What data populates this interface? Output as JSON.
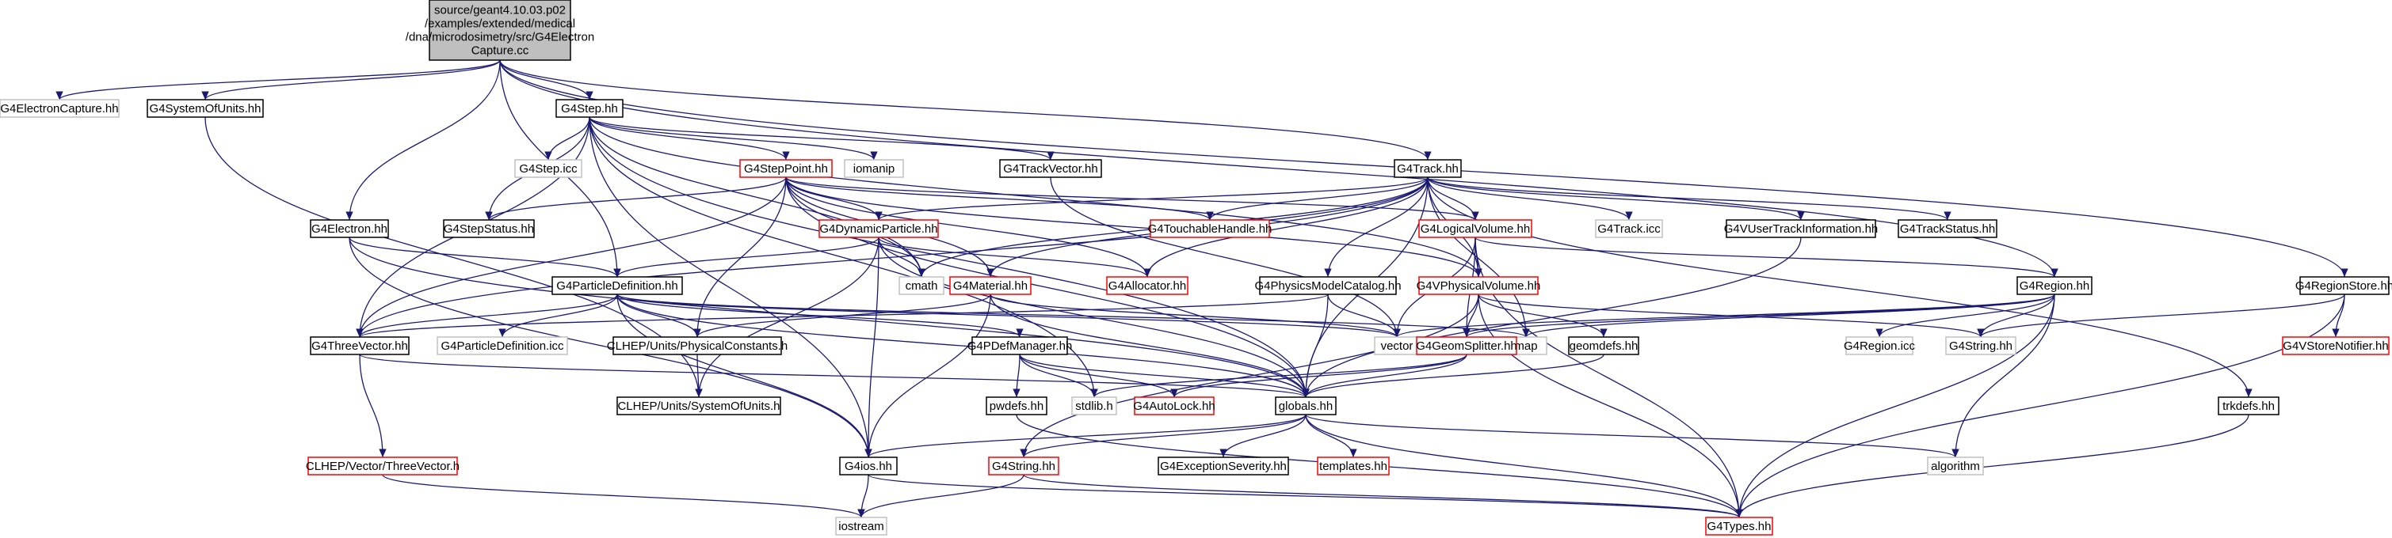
{
  "colors": {
    "edge": "#191970",
    "node_border": "#000000",
    "node_border_missing": "#c0c0c0",
    "node_border_truncated": "#ff0000",
    "root_fill": "#bfbfbf",
    "node_fill": "#ffffff",
    "text": "#000000"
  },
  "nodes": [
    {
      "id": "root",
      "kind": "root",
      "lines": [
        "source/geant4.10.03.p02",
        "/examples/extended/medical",
        "/dna/microdosimetry/src/G4Electron",
        "Capture.cc"
      ]
    },
    {
      "id": "G4ElectronCapture_hh",
      "kind": "missing",
      "lines": [
        "G4ElectronCapture.hh"
      ]
    },
    {
      "id": "G4SystemOfUnits_hh",
      "kind": "normal",
      "lines": [
        "G4SystemOfUnits.hh"
      ]
    },
    {
      "id": "G4Step_hh",
      "kind": "normal",
      "lines": [
        "G4Step.hh"
      ]
    },
    {
      "id": "G4Electron_hh",
      "kind": "normal",
      "lines": [
        "G4Electron.hh"
      ]
    },
    {
      "id": "G4Track_hh",
      "kind": "normal",
      "lines": [
        "G4Track.hh"
      ]
    },
    {
      "id": "G4RegionStore_hh",
      "kind": "normal",
      "lines": [
        "G4RegionStore.hh"
      ]
    },
    {
      "id": "G4Step_icc",
      "kind": "missing",
      "lines": [
        "G4Step.icc"
      ]
    },
    {
      "id": "G4StepPoint_hh",
      "kind": "truncated",
      "lines": [
        "G4StepPoint.hh"
      ]
    },
    {
      "id": "iomanip",
      "kind": "missing",
      "lines": [
        "iomanip"
      ]
    },
    {
      "id": "G4TrackVector_hh",
      "kind": "normal",
      "lines": [
        "G4TrackVector.hh"
      ]
    },
    {
      "id": "G4StepStatus_hh",
      "kind": "normal",
      "lines": [
        "G4StepStatus.hh"
      ]
    },
    {
      "id": "G4DynamicParticle_hh",
      "kind": "truncated",
      "lines": [
        "G4DynamicParticle.hh"
      ]
    },
    {
      "id": "G4TouchableHandle_hh",
      "kind": "truncated",
      "lines": [
        "G4TouchableHandle.hh"
      ]
    },
    {
      "id": "G4LogicalVolume_hh",
      "kind": "truncated",
      "lines": [
        "G4LogicalVolume.hh"
      ]
    },
    {
      "id": "G4Track_icc",
      "kind": "missing",
      "lines": [
        "G4Track.icc"
      ]
    },
    {
      "id": "G4VUserTrackInformation_hh",
      "kind": "normal",
      "lines": [
        "G4VUserTrackInformation.hh"
      ]
    },
    {
      "id": "G4TrackStatus_hh",
      "kind": "normal",
      "lines": [
        "G4TrackStatus.hh"
      ]
    },
    {
      "id": "cmath",
      "kind": "missing",
      "lines": [
        "cmath"
      ]
    },
    {
      "id": "G4Material_hh",
      "kind": "truncated",
      "lines": [
        "G4Material.hh"
      ]
    },
    {
      "id": "G4Allocator_hh",
      "kind": "truncated",
      "lines": [
        "G4Allocator.hh"
      ]
    },
    {
      "id": "G4PhysicsModelCatalog_hh",
      "kind": "normal",
      "lines": [
        "G4PhysicsModelCatalog.hh"
      ]
    },
    {
      "id": "G4VPhysicalVolume_hh",
      "kind": "truncated",
      "lines": [
        "G4VPhysicalVolume.hh"
      ]
    },
    {
      "id": "G4ParticleDefinition_hh",
      "kind": "normal",
      "lines": [
        "G4ParticleDefinition.hh"
      ]
    },
    {
      "id": "G4Region_hh",
      "kind": "normal",
      "lines": [
        "G4Region.hh"
      ]
    },
    {
      "id": "G4ThreeVector_hh",
      "kind": "normal",
      "lines": [
        "G4ThreeVector.hh"
      ]
    },
    {
      "id": "G4ParticleDefinition_icc",
      "kind": "missing",
      "lines": [
        "G4ParticleDefinition.icc"
      ]
    },
    {
      "id": "CLHEP_PhysicalConstants_h",
      "kind": "normal",
      "lines": [
        "CLHEP/Units/PhysicalConstants.h"
      ]
    },
    {
      "id": "G4PDefManager_hh",
      "kind": "normal",
      "lines": [
        "G4PDefManager.hh"
      ]
    },
    {
      "id": "vector",
      "kind": "missing",
      "lines": [
        "vector"
      ]
    },
    {
      "id": "map",
      "kind": "missing",
      "lines": [
        "map"
      ]
    },
    {
      "id": "G4GeomSplitter_hh",
      "kind": "truncated",
      "lines": [
        "G4GeomSplitter.hh"
      ]
    },
    {
      "id": "geomdefs_hh",
      "kind": "normal",
      "lines": [
        "geomdefs.hh"
      ]
    },
    {
      "id": "G4Region_icc",
      "kind": "missing",
      "lines": [
        "G4Region.icc"
      ]
    },
    {
      "id": "G4String_hh_grey",
      "kind": "missing",
      "lines": [
        "G4String.hh"
      ]
    },
    {
      "id": "G4VStoreNotifier_hh",
      "kind": "truncated",
      "lines": [
        "G4VStoreNotifier.hh"
      ]
    },
    {
      "id": "CLHEP_SystemOfUnits_h",
      "kind": "normal",
      "lines": [
        "CLHEP/Units/SystemOfUnits.h"
      ]
    },
    {
      "id": "pwdefs_hh",
      "kind": "normal",
      "lines": [
        "pwdefs.hh"
      ]
    },
    {
      "id": "stdlib_h",
      "kind": "missing",
      "lines": [
        "stdlib.h"
      ]
    },
    {
      "id": "G4AutoLock_hh",
      "kind": "truncated",
      "lines": [
        "G4AutoLock.hh"
      ]
    },
    {
      "id": "globals_hh",
      "kind": "normal",
      "lines": [
        "globals.hh"
      ]
    },
    {
      "id": "trkdefs_hh",
      "kind": "normal",
      "lines": [
        "trkdefs.hh"
      ]
    },
    {
      "id": "CLHEP_ThreeVector_h",
      "kind": "truncated",
      "lines": [
        "CLHEP/Vector/ThreeVector.h"
      ]
    },
    {
      "id": "G4ios_hh",
      "kind": "normal",
      "lines": [
        "G4ios.hh"
      ]
    },
    {
      "id": "G4String_hh",
      "kind": "truncated",
      "lines": [
        "G4String.hh"
      ]
    },
    {
      "id": "G4ExceptionSeverity_hh",
      "kind": "normal",
      "lines": [
        "G4ExceptionSeverity.hh"
      ]
    },
    {
      "id": "templates_hh",
      "kind": "truncated",
      "lines": [
        "templates.hh"
      ]
    },
    {
      "id": "algorithm",
      "kind": "missing",
      "lines": [
        "algorithm"
      ]
    },
    {
      "id": "iostream",
      "kind": "missing",
      "lines": [
        "iostream"
      ]
    },
    {
      "id": "G4Types_hh",
      "kind": "truncated",
      "lines": [
        "G4Types.hh"
      ]
    }
  ],
  "edges": [
    [
      "root",
      "G4ElectronCapture_hh"
    ],
    [
      "root",
      "G4SystemOfUnits_hh"
    ],
    [
      "root",
      "G4Step_hh"
    ],
    [
      "root",
      "G4Electron_hh"
    ],
    [
      "root",
      "G4Track_hh"
    ],
    [
      "root",
      "G4RegionStore_hh"
    ],
    [
      "root",
      "G4ParticleDefinition_hh"
    ],
    [
      "root",
      "G4Region_hh"
    ],
    [
      "G4SystemOfUnits_hh",
      "CLHEP_SystemOfUnits_h"
    ],
    [
      "G4Step_hh",
      "G4Step_icc"
    ],
    [
      "G4Step_hh",
      "G4StepPoint_hh"
    ],
    [
      "G4Step_hh",
      "iomanip"
    ],
    [
      "G4Step_hh",
      "G4TrackVector_hh"
    ],
    [
      "G4Step_hh",
      "G4StepStatus_hh"
    ],
    [
      "G4Step_hh",
      "cmath"
    ],
    [
      "G4Step_hh",
      "G4ThreeVector_hh"
    ],
    [
      "G4Step_hh",
      "G4ios_hh"
    ],
    [
      "G4Step_hh",
      "stdlib_h"
    ],
    [
      "G4Step_hh",
      "G4VPhysicalVolume_hh"
    ],
    [
      "G4Step_hh",
      "globals_hh"
    ],
    [
      "G4StepPoint_hh",
      "G4StepStatus_hh"
    ],
    [
      "G4StepPoint_hh",
      "G4DynamicParticle_hh"
    ],
    [
      "G4StepPoint_hh",
      "G4TouchableHandle_hh"
    ],
    [
      "G4StepPoint_hh",
      "G4LogicalVolume_hh"
    ],
    [
      "G4StepPoint_hh",
      "G4Material_hh"
    ],
    [
      "G4StepPoint_hh",
      "G4Allocator_hh"
    ],
    [
      "G4StepPoint_hh",
      "G4VPhysicalVolume_hh"
    ],
    [
      "G4StepPoint_hh",
      "cmath"
    ],
    [
      "G4StepPoint_hh",
      "G4ThreeVector_hh"
    ],
    [
      "G4StepPoint_hh",
      "CLHEP_PhysicalConstants_h"
    ],
    [
      "G4StepPoint_hh",
      "globals_hh"
    ],
    [
      "G4TrackVector_hh",
      "vector"
    ],
    [
      "G4Electron_hh",
      "G4ParticleDefinition_hh"
    ],
    [
      "G4Electron_hh",
      "G4ios_hh"
    ],
    [
      "G4Electron_hh",
      "globals_hh"
    ],
    [
      "G4Track_hh",
      "G4DynamicParticle_hh"
    ],
    [
      "G4Track_hh",
      "G4TouchableHandle_hh"
    ],
    [
      "G4Track_hh",
      "G4LogicalVolume_hh"
    ],
    [
      "G4Track_hh",
      "G4Track_icc"
    ],
    [
      "G4Track_hh",
      "G4VUserTrackInformation_hh"
    ],
    [
      "G4Track_hh",
      "G4TrackStatus_hh"
    ],
    [
      "G4Track_hh",
      "cmath"
    ],
    [
      "G4Track_hh",
      "G4Material_hh"
    ],
    [
      "G4Track_hh",
      "G4Allocator_hh"
    ],
    [
      "G4Track_hh",
      "G4PhysicsModelCatalog_hh"
    ],
    [
      "G4Track_hh",
      "G4VPhysicalVolume_hh"
    ],
    [
      "G4Track_hh",
      "G4ThreeVector_hh"
    ],
    [
      "G4Track_hh",
      "trkdefs_hh"
    ],
    [
      "G4Track_hh",
      "map"
    ],
    [
      "G4Track_hh",
      "globals_hh"
    ],
    [
      "G4RegionStore_hh",
      "G4VStoreNotifier_hh"
    ],
    [
      "G4RegionStore_hh",
      "G4String_hh_grey"
    ],
    [
      "G4RegionStore_hh",
      "G4Types_hh"
    ],
    [
      "G4DynamicParticle_hh",
      "G4ParticleDefinition_hh"
    ],
    [
      "G4DynamicParticle_hh",
      "G4Allocator_hh"
    ],
    [
      "G4DynamicParticle_hh",
      "cmath"
    ],
    [
      "G4DynamicParticle_hh",
      "G4ios_hh"
    ],
    [
      "G4DynamicParticle_hh",
      "globals_hh"
    ],
    [
      "G4DynamicParticle_hh",
      "CLHEP_SystemOfUnits_h"
    ],
    [
      "G4LogicalVolume_hh",
      "vector"
    ],
    [
      "G4LogicalVolume_hh",
      "G4Region_hh"
    ],
    [
      "G4LogicalVolume_hh",
      "G4VPhysicalVolume_hh"
    ],
    [
      "G4LogicalVolume_hh",
      "G4GeomSplitter_hh"
    ],
    [
      "G4LogicalVolume_hh",
      "G4Types_hh"
    ],
    [
      "G4VUserTrackInformation_hh",
      "globals_hh"
    ],
    [
      "G4Material_hh",
      "vector"
    ],
    [
      "G4Material_hh",
      "CLHEP_PhysicalConstants_h"
    ],
    [
      "G4Material_hh",
      "G4ios_hh"
    ],
    [
      "G4Material_hh",
      "globals_hh"
    ],
    [
      "G4PhysicsModelCatalog_hh",
      "vector"
    ],
    [
      "G4PhysicsModelCatalog_hh",
      "globals_hh"
    ],
    [
      "G4PhysicsModelCatalog_hh",
      "G4ThreeVector_hh"
    ],
    [
      "G4VPhysicalVolume_hh",
      "G4GeomSplitter_hh"
    ],
    [
      "G4VPhysicalVolume_hh",
      "geomdefs_hh"
    ],
    [
      "G4VPhysicalVolume_hh",
      "G4String_hh"
    ],
    [
      "G4VPhysicalVolume_hh",
      "G4Types_hh"
    ],
    [
      "G4VPhysicalVolume_hh",
      "G4String_hh_grey"
    ],
    [
      "G4ParticleDefinition_hh",
      "G4ParticleDefinition_icc"
    ],
    [
      "G4ParticleDefinition_hh",
      "CLHEP_PhysicalConstants_h"
    ],
    [
      "G4ParticleDefinition_hh",
      "G4PDefManager_hh"
    ],
    [
      "G4ParticleDefinition_hh",
      "G4ThreeVector_hh"
    ],
    [
      "G4ParticleDefinition_hh",
      "vector"
    ],
    [
      "G4ParticleDefinition_hh",
      "map"
    ],
    [
      "G4ParticleDefinition_hh",
      "globals_hh"
    ],
    [
      "G4ParticleDefinition_hh",
      "G4ios_hh"
    ],
    [
      "G4Region_hh",
      "vector"
    ],
    [
      "G4Region_hh",
      "map"
    ],
    [
      "G4Region_hh",
      "G4Region_icc"
    ],
    [
      "G4Region_hh",
      "G4String_hh_grey"
    ],
    [
      "G4Region_hh",
      "algorithm"
    ],
    [
      "G4Region_hh",
      "G4Types_hh"
    ],
    [
      "G4Region_hh",
      "G4GeomSplitter_hh"
    ],
    [
      "G4ThreeVector_hh",
      "CLHEP_ThreeVector_h"
    ],
    [
      "G4ThreeVector_hh",
      "globals_hh"
    ],
    [
      "CLHEP_PhysicalConstants_h",
      "CLHEP_SystemOfUnits_h"
    ],
    [
      "G4PDefManager_hh",
      "pwdefs_hh"
    ],
    [
      "G4PDefManager_hh",
      "stdlib_h"
    ],
    [
      "G4PDefManager_hh",
      "G4AutoLock_hh"
    ],
    [
      "G4PDefManager_hh",
      "globals_hh"
    ],
    [
      "G4GeomSplitter_hh",
      "stdlib_h"
    ],
    [
      "G4GeomSplitter_hh",
      "G4AutoLock_hh"
    ],
    [
      "G4GeomSplitter_hh",
      "globals_hh"
    ],
    [
      "geomdefs_hh",
      "globals_hh"
    ],
    [
      "pwdefs_hh",
      "G4Types_hh"
    ],
    [
      "globals_hh",
      "G4ios_hh"
    ],
    [
      "globals_hh",
      "G4String_hh"
    ],
    [
      "globals_hh",
      "G4ExceptionSeverity_hh"
    ],
    [
      "globals_hh",
      "templates_hh"
    ],
    [
      "globals_hh",
      "algorithm"
    ],
    [
      "globals_hh",
      "G4Types_hh"
    ],
    [
      "trkdefs_hh",
      "G4Types_hh"
    ],
    [
      "CLHEP_ThreeVector_h",
      "iostream"
    ],
    [
      "G4ios_hh",
      "iostream"
    ],
    [
      "G4ios_hh",
      "G4Types_hh"
    ],
    [
      "G4String_hh",
      "iostream"
    ],
    [
      "G4String_hh",
      "G4Types_hh"
    ]
  ]
}
